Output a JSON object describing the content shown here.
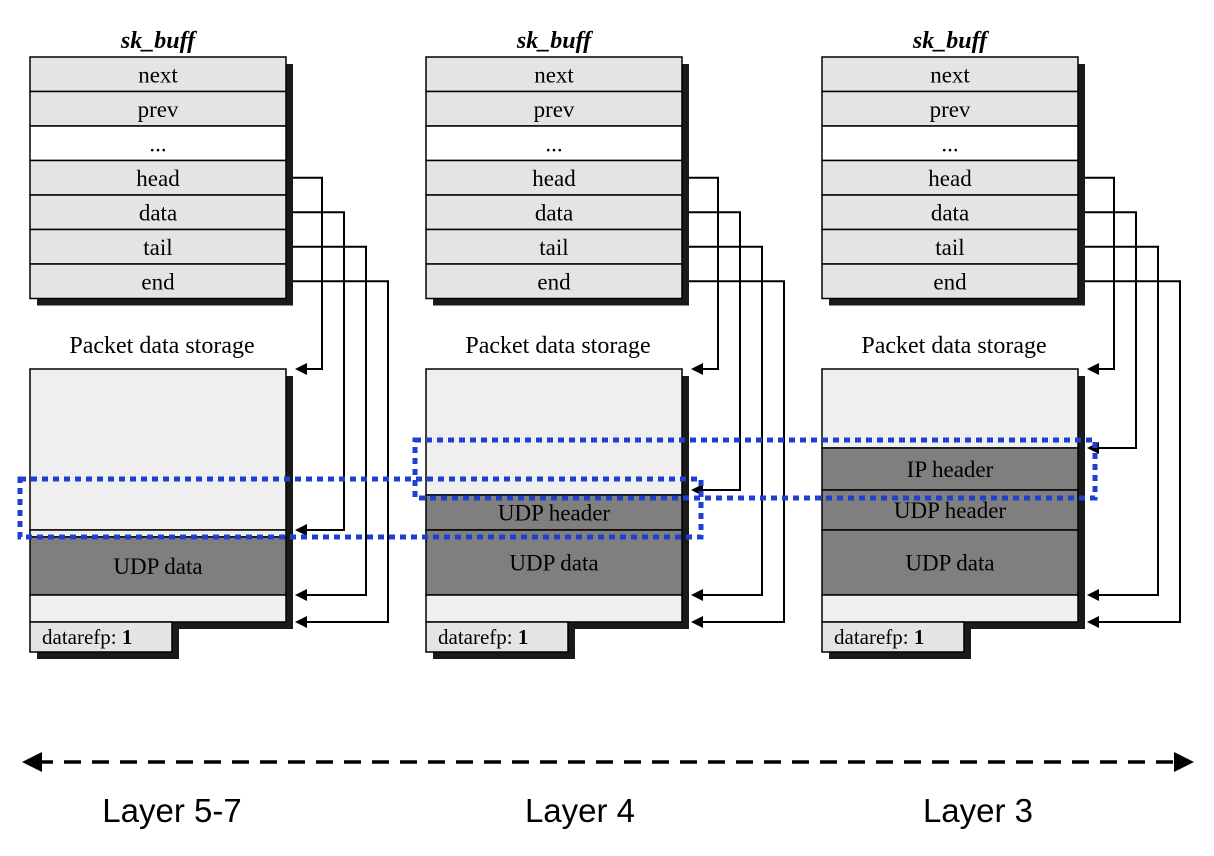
{
  "diagram": {
    "columns": [
      {
        "struct_title": "sk_buff",
        "fields": [
          "next",
          "prev",
          "...",
          "head",
          "data",
          "tail",
          "end"
        ],
        "storage_title": "Packet data storage",
        "storage_segments": [
          "",
          "",
          "UDP data",
          ""
        ],
        "dataref_label": "datarefp:",
        "dataref_value": "1",
        "layer_label": "Layer 5-7"
      },
      {
        "struct_title": "sk_buff",
        "fields": [
          "next",
          "prev",
          "...",
          "head",
          "data",
          "tail",
          "end"
        ],
        "storage_title": "Packet data storage",
        "storage_segments": [
          "",
          "UDP header",
          "UDP data",
          ""
        ],
        "dataref_label": "datarefp:",
        "dataref_value": "1",
        "layer_label": "Layer 4"
      },
      {
        "struct_title": "sk_buff",
        "fields": [
          "next",
          "prev",
          "...",
          "head",
          "data",
          "tail",
          "end"
        ],
        "storage_title": "Packet data storage",
        "storage_segments": [
          "",
          "IP header",
          "UDP header",
          "UDP data",
          ""
        ],
        "dataref_label": "datarefp:",
        "dataref_value": "1",
        "layer_label": "Layer 3"
      }
    ],
    "colors": {
      "field_fill": "#e4e4e4",
      "field_blank_fill": "#ffffff",
      "storage_light": "#efefef",
      "storage_dark": "#7f7f7f",
      "shadow": "#1a1a1a",
      "line": "#000000",
      "highlight": "#1f3fd0"
    }
  }
}
